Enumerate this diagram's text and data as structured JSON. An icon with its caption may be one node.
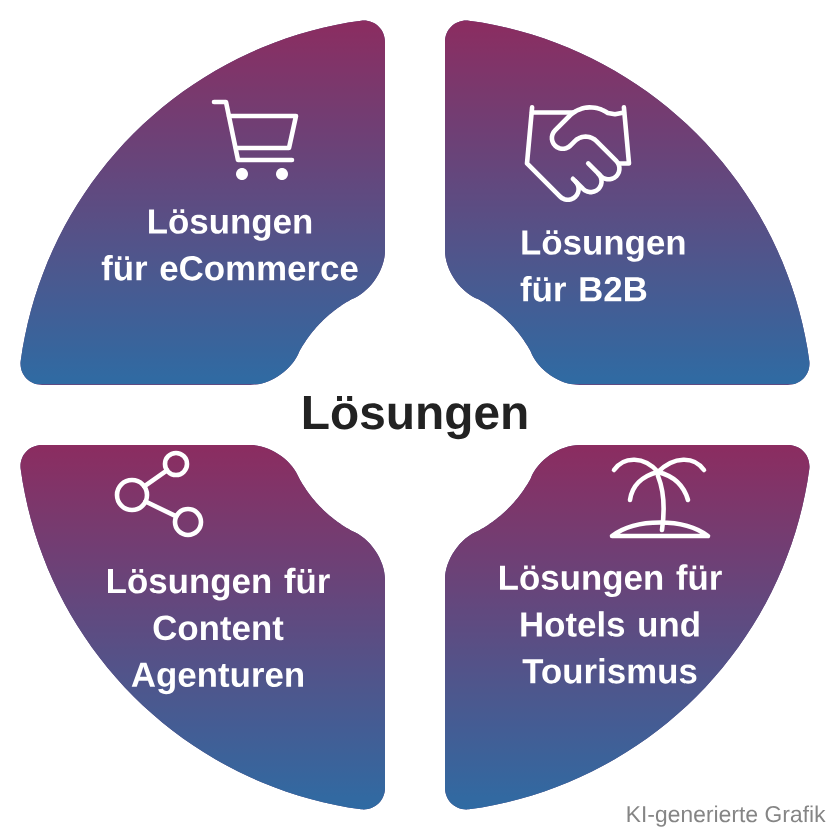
{
  "diagram": {
    "title": "Lösungen",
    "nodes": [
      {
        "text": [
          "Lösungen für eCommerce"
        ]
      },
      {
        "text": [
          "Lösungen für B2B"
        ]
      },
      {
        "text": [
          "Lösungen für Content Agenturen"
        ]
      },
      {
        "text": [
          "Lösungen für Hotels und Tourismus"
        ]
      }
    ],
    "labels": [
      "KI-generierte Grafik"
    ]
  }
}
